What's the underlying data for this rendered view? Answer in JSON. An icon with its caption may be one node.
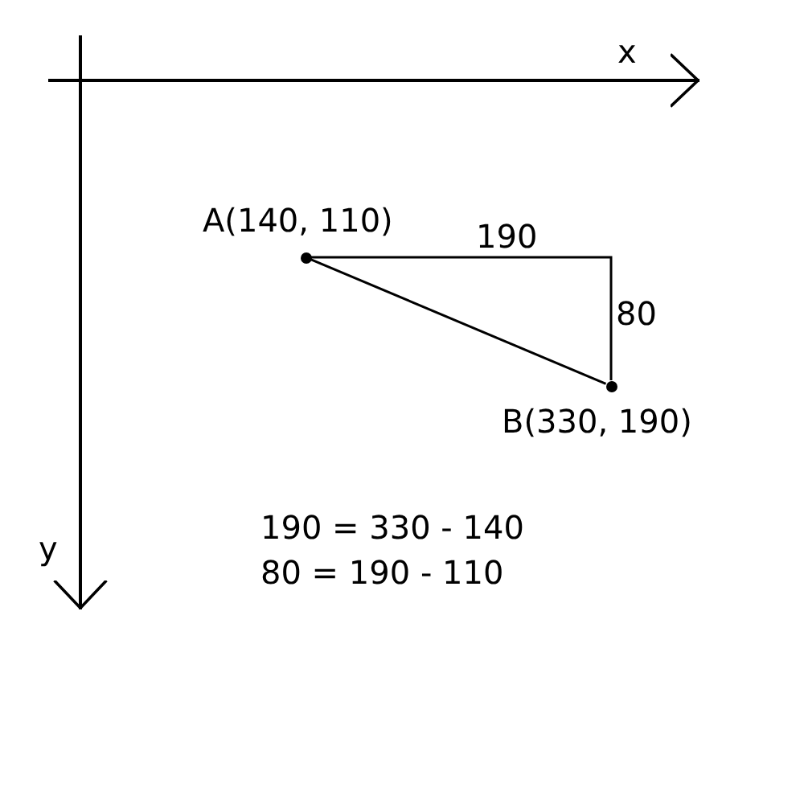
{
  "diagram": {
    "nodes": [
      {
        "text": [],
        "shape": "circle",
        "beside": [
          "A(140, 110)"
        ]
      },
      {
        "text": [],
        "shape": "circle",
        "beside": [
          "B(330, 190)"
        ]
      }
    ],
    "edges": [
      {
        "from": 0,
        "to": 1,
        "arrow": "none"
      }
    ],
    "labels": [
      "x",
      "190",
      "80",
      "y",
      "190 = 330 - 140",
      "80 = 190 - 110"
    ]
  }
}
